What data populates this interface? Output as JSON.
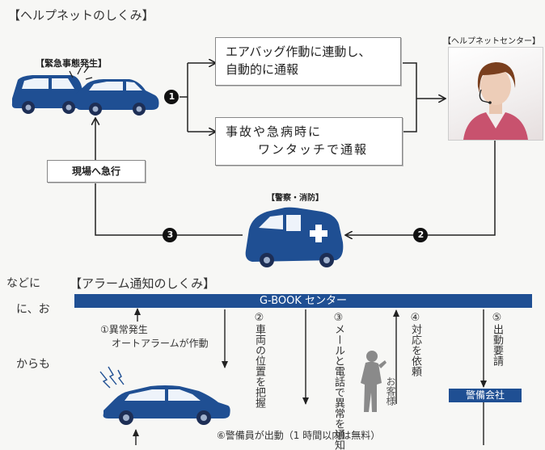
{
  "helpnet": {
    "section_title": "【ヘルプネットのしくみ】",
    "emergency_label": "【緊急事態発生】",
    "center_label": "【ヘルプネットセンター】",
    "police_label": "【警察・消防】",
    "airbag_box": [
      "エアバッグ作動に連動し、",
      "自動的に通報"
    ],
    "onetouch_box": [
      "事故や急病時に",
      "ワンタッチで通報"
    ],
    "dispatch_box": "現場へ急行",
    "steps": {
      "s1": "1",
      "s2": "2",
      "s3": "3"
    }
  },
  "alarm": {
    "section_title": "【アラーム通知のしくみ】",
    "center_bar": "G-BOOK センター",
    "step1": [
      "①異常発生",
      "オートアラームが作動"
    ],
    "step2": "②車両の位置を把握",
    "step3": "③メールと電話で異常を通知",
    "step4": "④対応を依頼",
    "step5": "⑤出動要請",
    "customer": "お客様",
    "security_company": "警備会社",
    "step6": "⑥警備員が出動（1 時間以内は無料）"
  },
  "edge_text": [
    "などに",
    "に、お",
    "からも"
  ],
  "colors": {
    "navy": "#1f4f93",
    "line": "#222222"
  }
}
